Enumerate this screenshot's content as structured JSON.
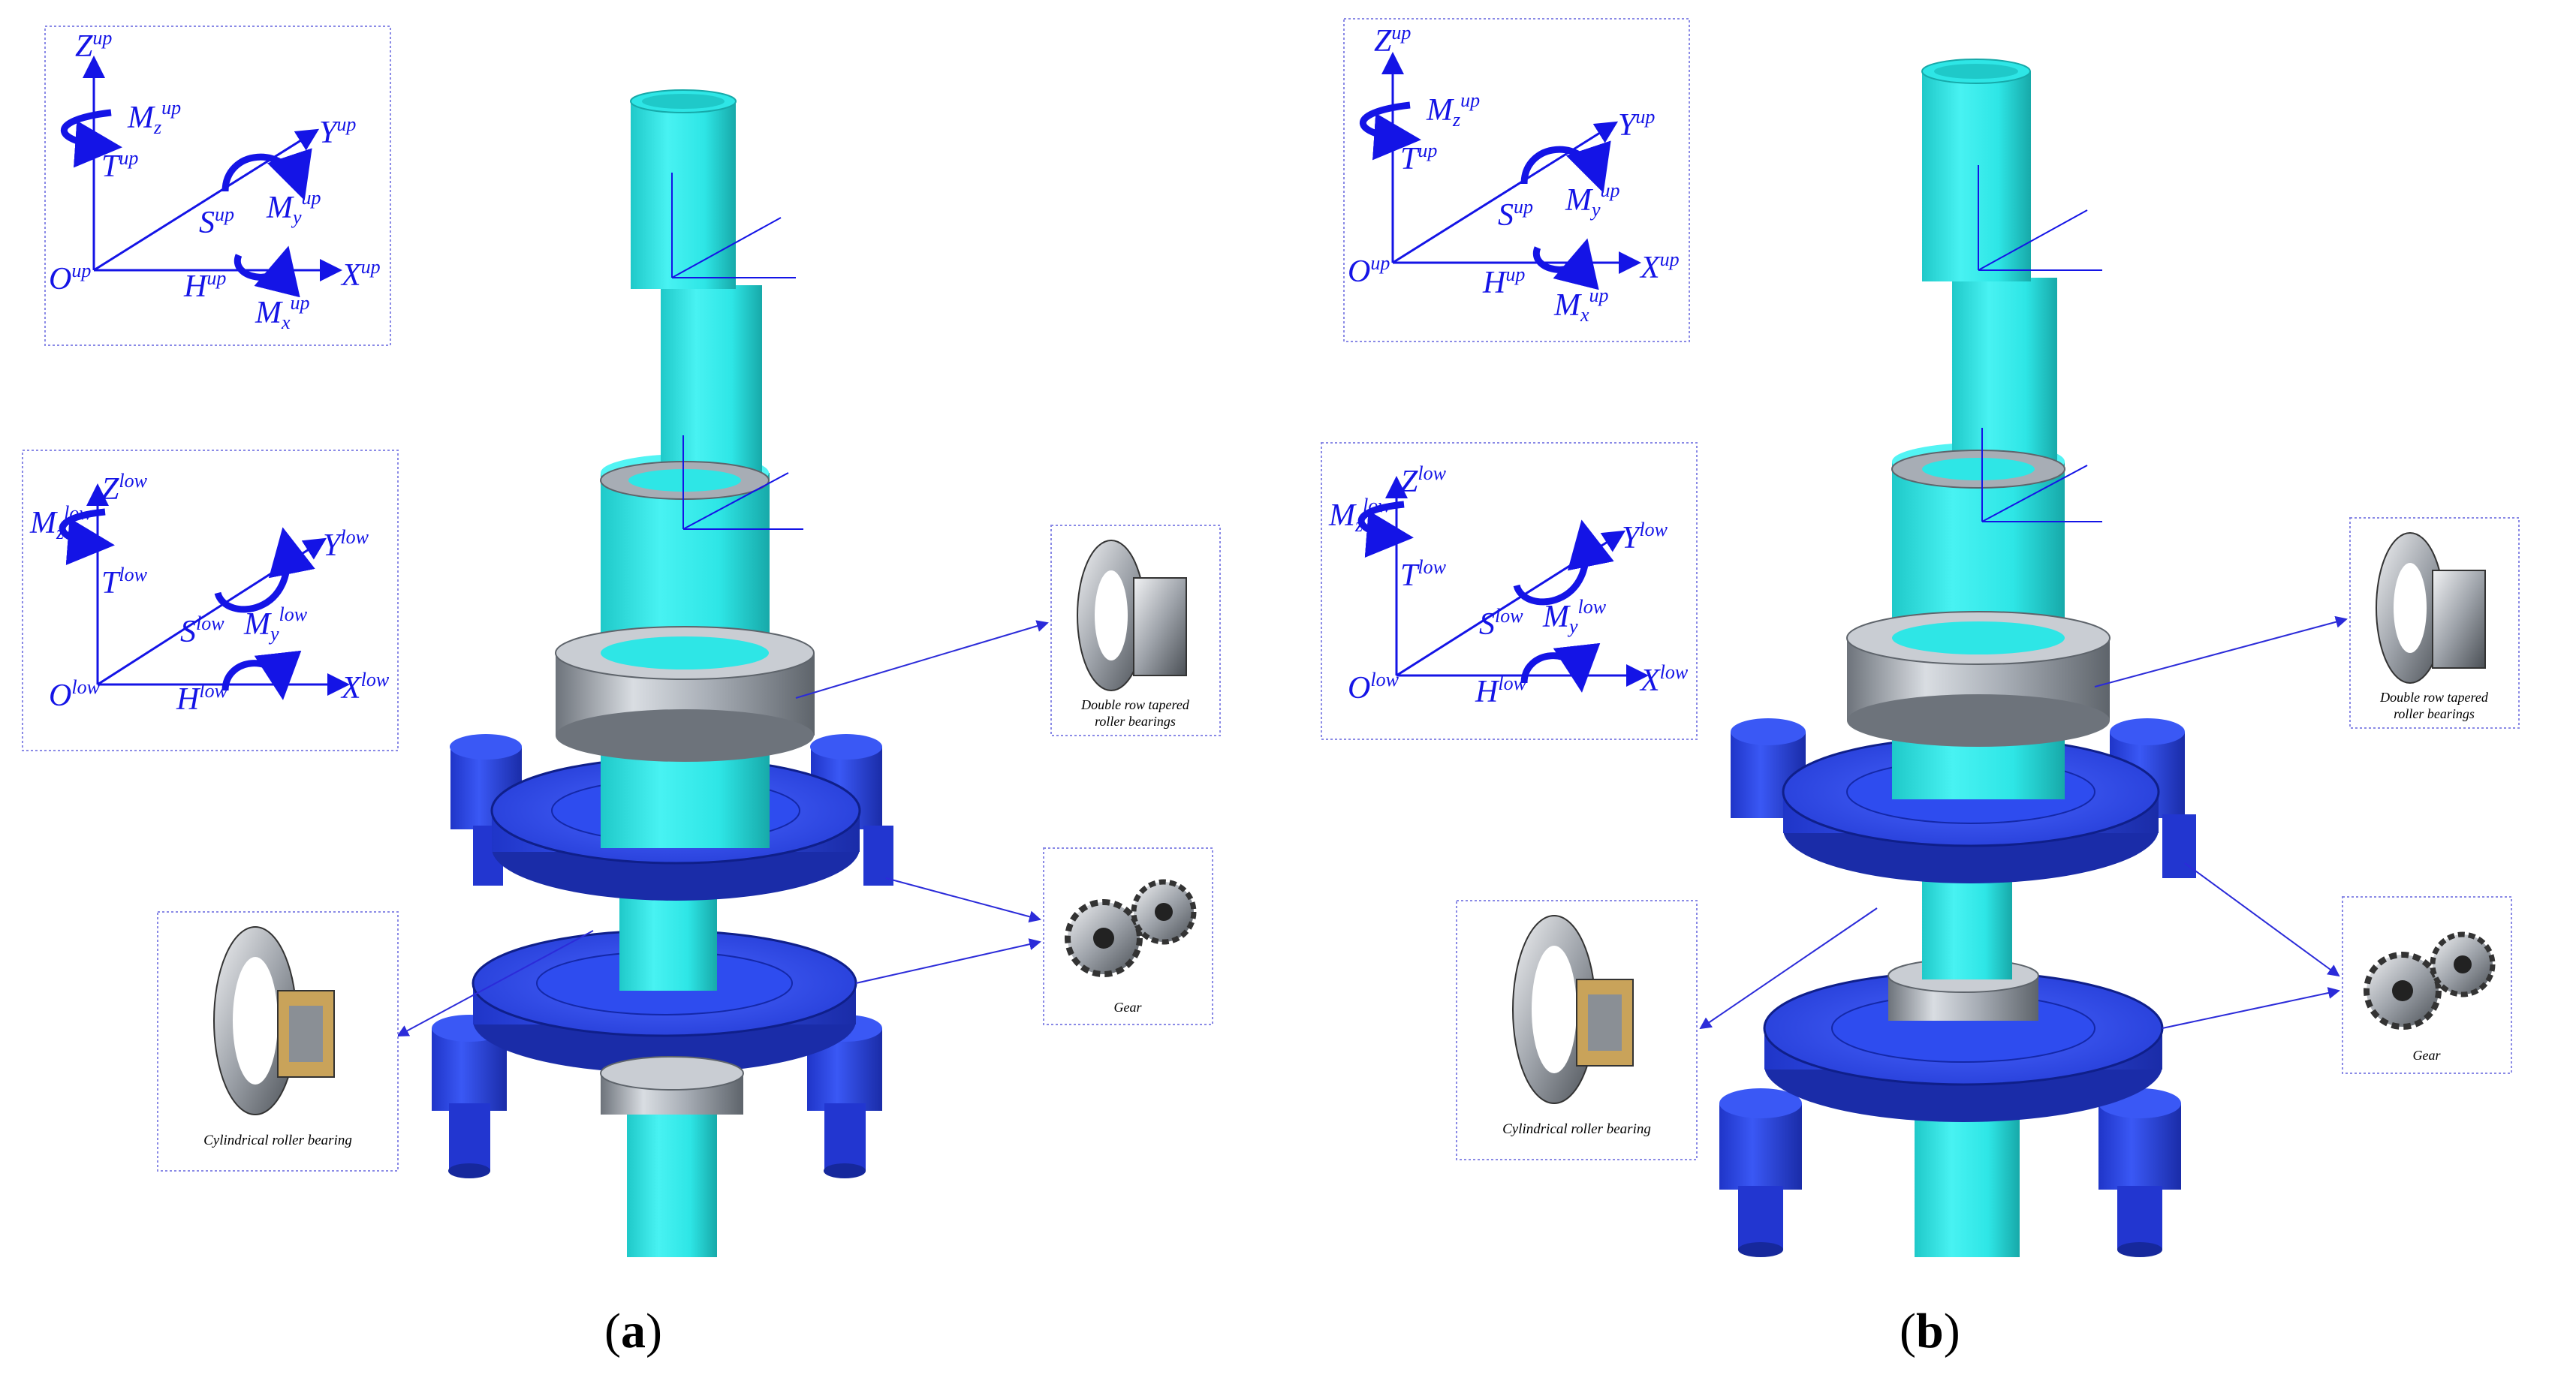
{
  "colors": {
    "shaft": "#2ee6e6",
    "shaft_shadow": "#1bb8b8",
    "gear": "#2a45e8",
    "gear_dark": "#1428a8",
    "axis_blue": "#1414e6",
    "callout_line": "#2b2bd9",
    "bearing_grey": "#9aa0a8"
  },
  "panels": [
    {
      "caption_open": "(",
      "caption_letter": "a",
      "caption_close": ")",
      "up_frame": {
        "z": "Z",
        "z_sup": "up",
        "y": "Y",
        "y_sup": "up",
        "x": "X",
        "x_sup": "up",
        "o": "O",
        "o_sup": "up",
        "t": "T",
        "t_sup": "up",
        "s": "S",
        "s_sup": "up",
        "h": "H",
        "h_sup": "up",
        "mz": "M",
        "mz_sub": "z",
        "mz_sup": "up",
        "my": "M",
        "my_sub": "y",
        "my_sup": "up",
        "mx": "M",
        "mx_sub": "x",
        "mx_sup": "up"
      },
      "low_frame": {
        "z": "Z",
        "z_sup": "low",
        "y": "Y",
        "y_sup": "low",
        "x": "X",
        "x_sup": "low",
        "o": "O",
        "o_sup": "low",
        "t": "T",
        "t_sup": "low",
        "s": "S",
        "s_sup": "low",
        "h": "H",
        "h_sup": "low",
        "mz": "M",
        "mz_sub": "z",
        "mz_sup": "low",
        "my": "M",
        "my_sub": "y",
        "my_sup": "low"
      },
      "callouts": {
        "tapered_line1": "Double row tapered",
        "tapered_line2": "roller bearings",
        "gear": "Gear",
        "cylindrical": "Cylindrical roller bearing"
      }
    },
    {
      "caption_open": "(",
      "caption_letter": "b",
      "caption_close": ")",
      "up_frame": {
        "z": "Z",
        "z_sup": "up",
        "y": "Y",
        "y_sup": "up",
        "x": "X",
        "x_sup": "up",
        "o": "O",
        "o_sup": "up",
        "t": "T",
        "t_sup": "up",
        "s": "S",
        "s_sup": "up",
        "h": "H",
        "h_sup": "up",
        "mz": "M",
        "mz_sub": "z",
        "mz_sup": "up",
        "my": "M",
        "my_sub": "y",
        "my_sup": "up",
        "mx": "M",
        "mx_sub": "x",
        "mx_sup": "up"
      },
      "low_frame": {
        "z": "Z",
        "z_sup": "low",
        "y": "Y",
        "y_sup": "low",
        "x": "X",
        "x_sup": "low",
        "o": "O",
        "o_sup": "low",
        "t": "T",
        "t_sup": "low",
        "s": "S",
        "s_sup": "low",
        "h": "H",
        "h_sup": "low",
        "mz": "M",
        "mz_sub": "z",
        "mz_sup": "low",
        "my": "M",
        "my_sub": "y",
        "my_sup": "low"
      },
      "callouts": {
        "tapered_line1": "Double row tapered",
        "tapered_line2": "roller bearings",
        "gear": "Gear",
        "cylindrical": "Cylindrical roller bearing"
      }
    }
  ]
}
